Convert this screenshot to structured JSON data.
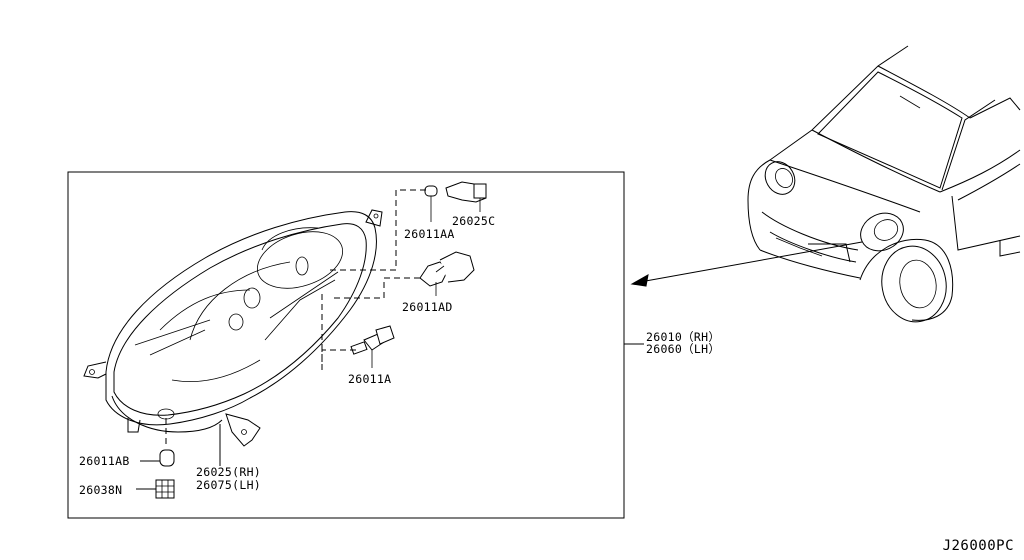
{
  "labels": {
    "p26025C": "26025C",
    "p26011AA": "26011AA",
    "p26011AD": "26011AD",
    "p26011A": "26011A",
    "p26011AB": "26011AB",
    "p26038N": "26038N",
    "p26010": "26010（RH）",
    "p26060": "26060（LH）",
    "p26025": "26025(RH)",
    "p26075": "26075(LH)"
  },
  "diagram_code": "J26000PC"
}
